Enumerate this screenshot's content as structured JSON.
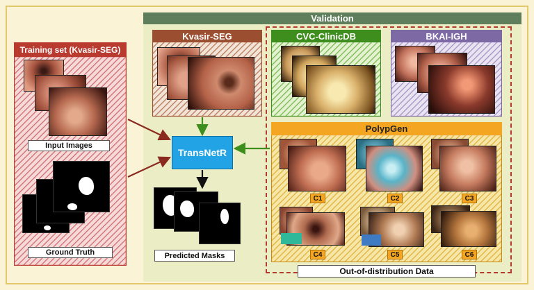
{
  "validation": {
    "title": "Validation"
  },
  "training": {
    "title": "Training set (Kvasir-SEG)",
    "input_label": "Input Images",
    "gt_label": "Ground Truth"
  },
  "datasets": {
    "kvasir": "Kvasir-SEG",
    "cvc": "CVC-ClinicDB",
    "bkai": "BKAI-IGH",
    "polypgen": "PolypGen"
  },
  "model": {
    "name": "TransNetR"
  },
  "outputs": {
    "predicted": "Predicted Masks"
  },
  "ood": {
    "label": "Out-of-distribution Data"
  },
  "centers": [
    "C1",
    "C2",
    "C3",
    "C4",
    "C5",
    "C6"
  ],
  "colors": {
    "validation": "#5f7f5c",
    "training": "#b93a2e",
    "kvasir": "#9c4f30",
    "cvc": "#3d8e1d",
    "bkai": "#7d6aa5",
    "polypgen": "#f4a622",
    "model": "#21a3e6",
    "arrow_red": "#8b2a1e",
    "arrow_green": "#3d8e1d"
  },
  "icons": [
    "arrow-right",
    "arrow-down",
    "arrow-left"
  ]
}
